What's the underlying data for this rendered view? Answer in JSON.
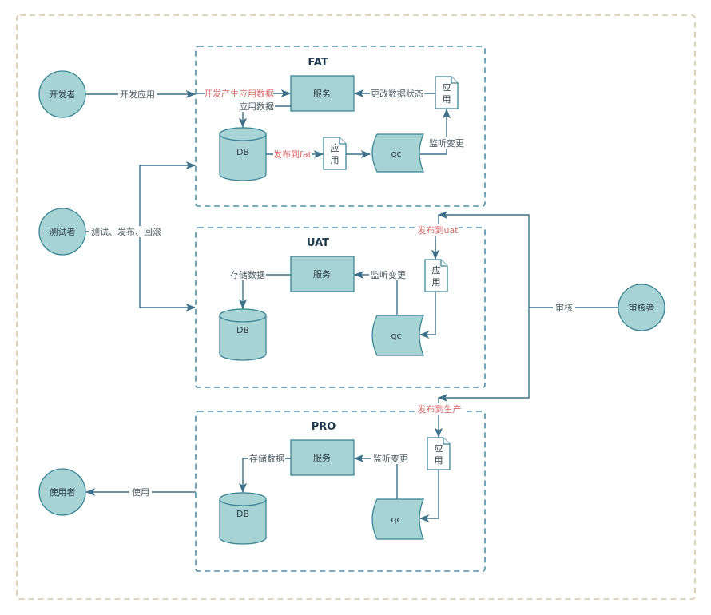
{
  "actors": {
    "developer": "开发者",
    "tester": "测试者",
    "user": "使用者",
    "reviewer": "审核者"
  },
  "environments": [
    {
      "title": "FAT",
      "service": "服务",
      "db": "DB",
      "qc": "qc",
      "doc_top": "应",
      "doc_bottom": "用",
      "doc2_top": "应",
      "doc2_bottom": "用",
      "label_dev_data": "开发产生应用数据",
      "label_app_data": "应用数据",
      "label_change_state": "更改数据状态",
      "label_publish": "发布到fat",
      "label_listen": "监听变更"
    },
    {
      "title": "UAT",
      "service": "服务",
      "db": "DB",
      "qc": "qc",
      "doc_top": "应",
      "doc_bottom": "用",
      "label_store": "存储数据",
      "label_listen": "监听变更",
      "label_publish": "发布到uat"
    },
    {
      "title": "PRO",
      "service": "服务",
      "db": "DB",
      "qc": "qc",
      "doc_top": "应",
      "doc_bottom": "用",
      "label_store": "存储数据",
      "label_listen": "监听变更",
      "label_publish": "发布到生产"
    }
  ],
  "edges": {
    "develop_app": "开发应用",
    "test_publish_rollback": "测试、发布、回滚",
    "use": "使用",
    "review": "审核"
  },
  "colors": {
    "node_fill": "#a8d3d5",
    "node_stroke": "#3c8595",
    "edge": "#3d7189",
    "env_border": "#4f8fa3",
    "outer_border": "#d6c6a6",
    "red_label": "#d36b6b"
  }
}
